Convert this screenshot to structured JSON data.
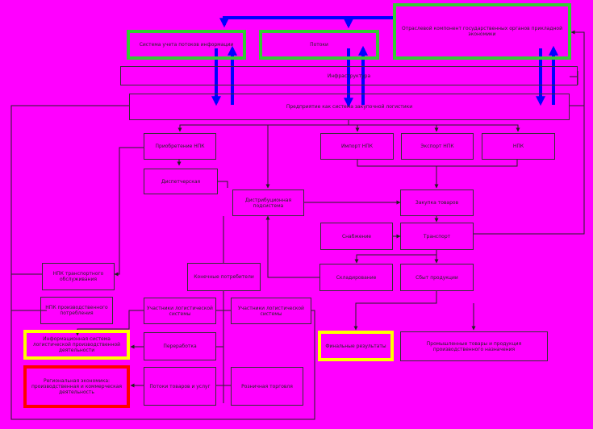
{
  "diagram": {
    "nodes": {
      "state_top": "Отраслевой компонент государственных органов прикладной экономики",
      "flow_left": "Система учета потоков информации",
      "flow_mid": "Потоки",
      "infra": "Инфраструктура",
      "enterprise": "Предприятие как система закупочной логистики",
      "purchase_npk": "Приобретение НПК",
      "dispatch": "Диспетчерская",
      "import_npk": "Импорт НПК",
      "export_npk": "Экспорт НПК",
      "npk": "НПК",
      "distrib": "Дистрибуционная подсистема",
      "purchase2": "Закупка товаров",
      "supply": "Снабжение",
      "transport": "Транспорт",
      "npk_left1": "НПК транспортного обслуживания",
      "consumers": "Конечные потребители",
      "warehouse": "Складирование",
      "sales": "Сбыт продукции",
      "npk_left2": "НПК производственного потребления",
      "part_left": "Участники логистической системы",
      "part_right": "Участники логистической системы",
      "info_left": "Информационная система логистической производственной деятельности",
      "processing": "Переработка",
      "final_results": "Финальные результаты",
      "industry_goods": "Промышленные товары и продукция производственного назначения",
      "goods_flow": "Потоки товаров и услуг",
      "retail": "Розничная торговля",
      "regional_econ": "Региональная экономика: производственная и коммерческая деятельность"
    }
  }
}
